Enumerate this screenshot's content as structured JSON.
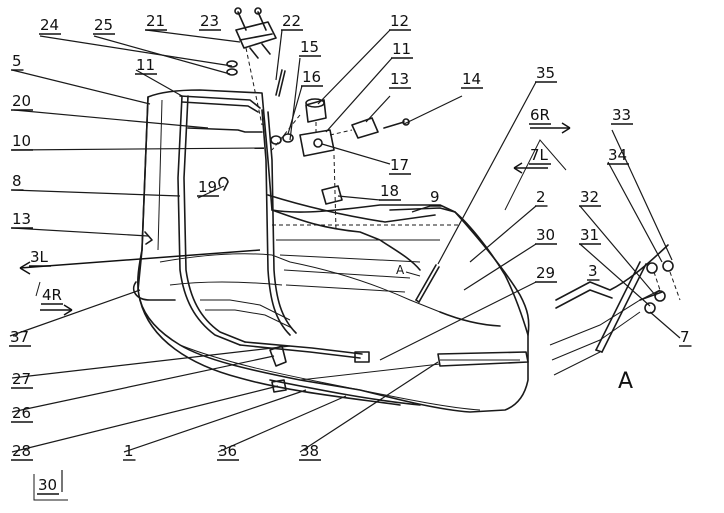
{
  "part_labels": [
    {
      "id": "24",
      "text": "24"
    },
    {
      "id": "25",
      "text": "25"
    },
    {
      "id": "21",
      "text": "21"
    },
    {
      "id": "23",
      "text": "23"
    },
    {
      "id": "22",
      "text": "22"
    },
    {
      "id": "12",
      "text": "12"
    },
    {
      "id": "5",
      "text": "5"
    },
    {
      "id": "11a",
      "text": "11"
    },
    {
      "id": "15",
      "text": "15"
    },
    {
      "id": "11b",
      "text": "11"
    },
    {
      "id": "16",
      "text": "16"
    },
    {
      "id": "13a",
      "text": "13"
    },
    {
      "id": "14",
      "text": "14"
    },
    {
      "id": "35",
      "text": "35"
    },
    {
      "id": "20",
      "text": "20"
    },
    {
      "id": "6R",
      "text": "6R"
    },
    {
      "id": "33",
      "text": "33"
    },
    {
      "id": "10",
      "text": "10"
    },
    {
      "id": "17",
      "text": "17"
    },
    {
      "id": "7L",
      "text": "7L"
    },
    {
      "id": "34",
      "text": "34"
    },
    {
      "id": "18",
      "text": "18"
    },
    {
      "id": "19",
      "text": "19"
    },
    {
      "id": "8",
      "text": "8"
    },
    {
      "id": "9",
      "text": "9"
    },
    {
      "id": "2",
      "text": "2"
    },
    {
      "id": "32",
      "text": "32"
    },
    {
      "id": "13b",
      "text": "13"
    },
    {
      "id": "30a",
      "text": "30"
    },
    {
      "id": "31",
      "text": "31"
    },
    {
      "id": "3L",
      "text": "3L"
    },
    {
      "id": "29",
      "text": "29"
    },
    {
      "id": "3",
      "text": "3"
    },
    {
      "id": "4R",
      "text": "4R"
    },
    {
      "id": "37",
      "text": "37"
    },
    {
      "id": "7",
      "text": "7"
    },
    {
      "id": "27",
      "text": "27"
    },
    {
      "id": "26",
      "text": "26"
    },
    {
      "id": "28",
      "text": "28"
    },
    {
      "id": "1",
      "text": "1"
    },
    {
      "id": "36",
      "text": "36"
    },
    {
      "id": "38",
      "text": "38"
    },
    {
      "id": "30b",
      "text": "30"
    }
  ],
  "detail_letter": "A",
  "view_marker": "A"
}
